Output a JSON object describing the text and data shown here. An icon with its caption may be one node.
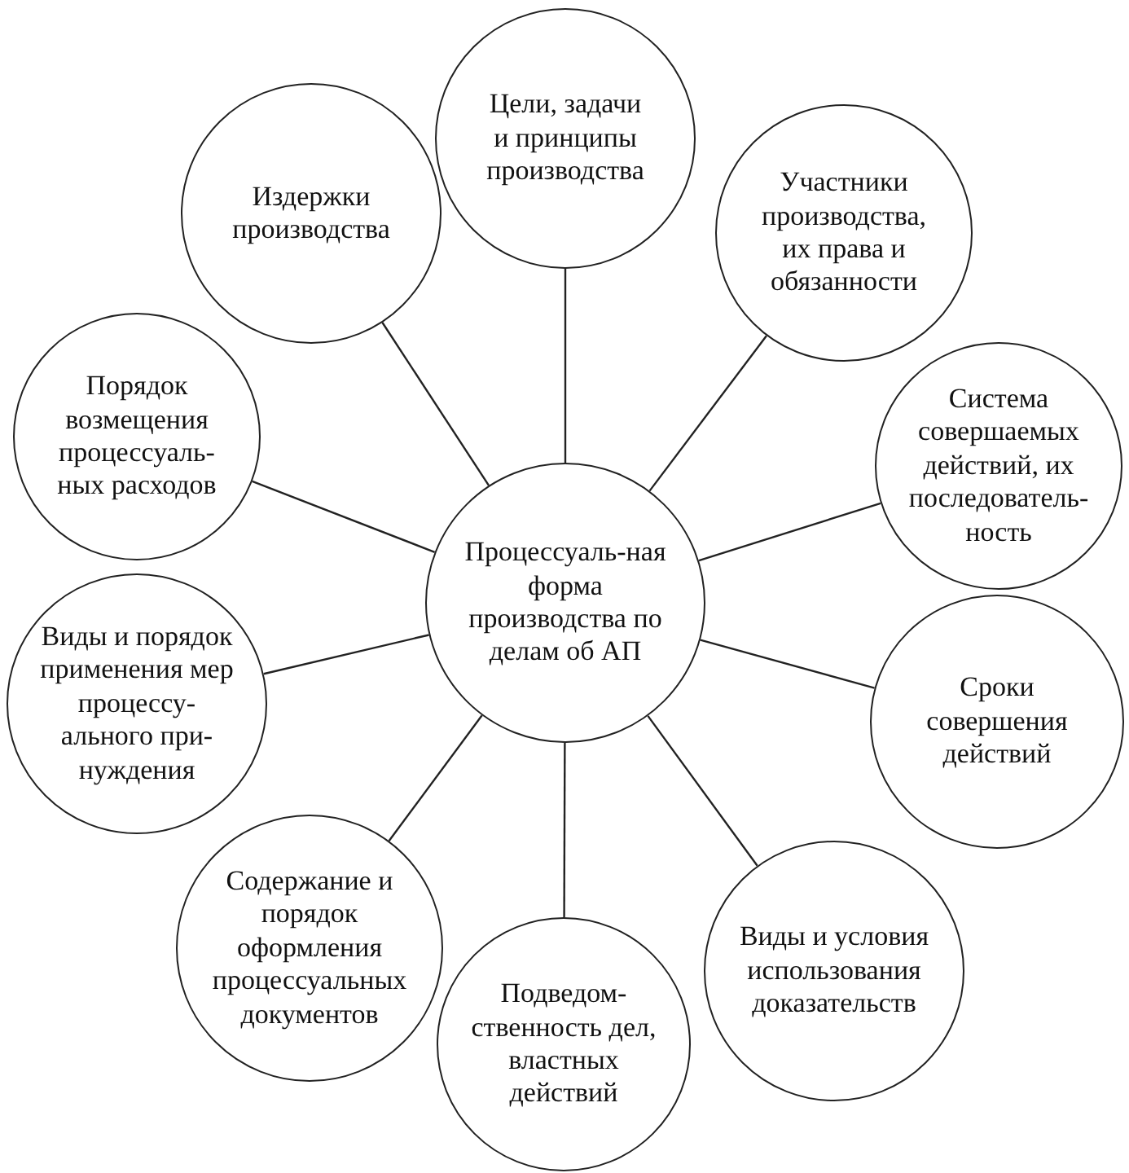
{
  "diagram": {
    "nodes": [
      {
        "text": [
          "Процессуаль-ная форма производства по делам об АП"
        ]
      },
      {
        "text": [
          "Цели, задачи и принципы производства"
        ]
      },
      {
        "text": [
          "Участники производства, их права и обязанности"
        ]
      },
      {
        "text": [
          "Система совершаемых действий, их последователь-ность"
        ]
      },
      {
        "text": [
          "Сроки совершения действий"
        ]
      },
      {
        "text": [
          "Виды и условия использования доказательств"
        ]
      },
      {
        "text": [
          "Подведом-ственность дел, властных действий"
        ]
      },
      {
        "text": [
          "Содержание и порядок оформления процессуальных документов"
        ]
      },
      {
        "text": [
          "Виды и порядок применения мер процессу-ального при-нуждения"
        ]
      },
      {
        "text": [
          "Порядок возмещения процессуаль-ных расходов"
        ]
      },
      {
        "text": [
          "Издержки производства"
        ]
      }
    ],
    "edges": [
      {
        "from": 0,
        "to": 1,
        "arrow": "none"
      },
      {
        "from": 0,
        "to": 2,
        "arrow": "none"
      },
      {
        "from": 0,
        "to": 3,
        "arrow": "none"
      },
      {
        "from": 0,
        "to": 4,
        "arrow": "none"
      },
      {
        "from": 0,
        "to": 5,
        "arrow": "none"
      },
      {
        "from": 0,
        "to": 6,
        "arrow": "none"
      },
      {
        "from": 0,
        "to": 7,
        "arrow": "none"
      },
      {
        "from": 0,
        "to": 8,
        "arrow": "none"
      },
      {
        "from": 0,
        "to": 9,
        "arrow": "none"
      },
      {
        "from": 0,
        "to": 10,
        "arrow": "none"
      }
    ]
  }
}
